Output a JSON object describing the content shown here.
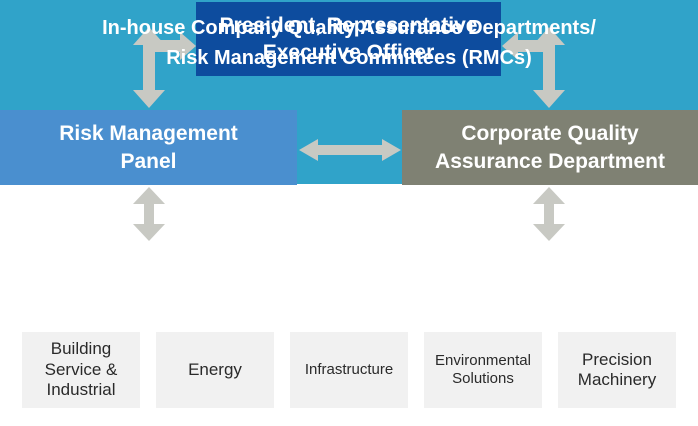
{
  "president": {
    "line1": "President, Representative",
    "line2": "Executive Officer"
  },
  "risk_panel": {
    "line1": "Risk Management",
    "line2": "Panel"
  },
  "corporate_qa": {
    "line1": "Corporate Quality",
    "line2": "Assurance Department"
  },
  "inhouse": {
    "line1": "In-house Company Quality Assurance Departments/",
    "line2": "Risk Management Committees (RMCs)"
  },
  "divisions": [
    {
      "lines": [
        "Building",
        "Service &",
        "Industrial"
      ]
    },
    {
      "lines": [
        "Energy"
      ]
    },
    {
      "lines": [
        "Infrastructure"
      ]
    },
    {
      "lines": [
        "Environmental",
        "Solutions"
      ]
    },
    {
      "lines": [
        "Precision",
        "Machinery"
      ]
    }
  ],
  "colors": {
    "president": "#0d4c9e",
    "risk_panel": "#4a8fcf",
    "corporate_qa": "#7f8173",
    "inhouse": "#30a3c9",
    "division_box": "#f1f1f1",
    "arrow": "#c8c9c3"
  }
}
